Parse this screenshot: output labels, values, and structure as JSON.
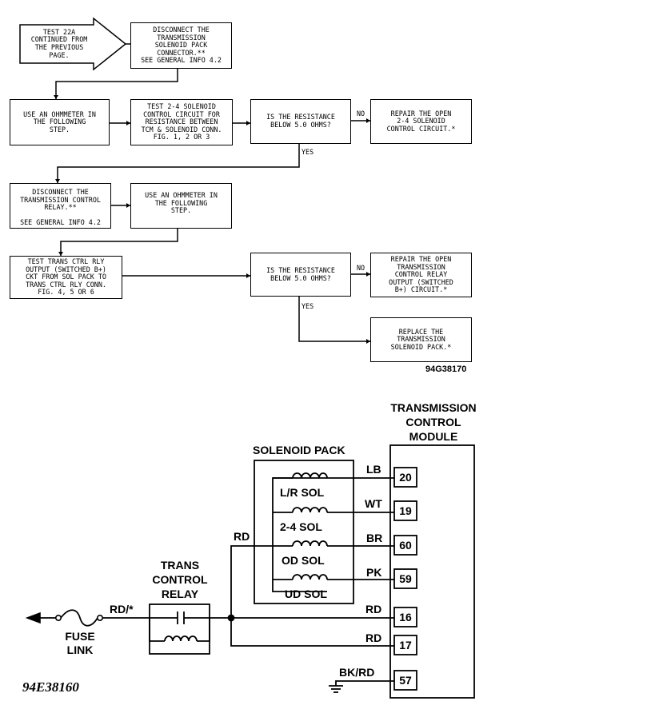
{
  "flowchart": {
    "start_arrow": "TEST 22A\nCONTINUED FROM\nTHE PREVIOUS\nPAGE.",
    "b_disconnect_pack": "DISCONNECT THE\nTRANSMISSION\nSOLENOID PACK\nCONNECTOR.**\nSEE GENERAL INFO 4.2",
    "b_ohmmeter_1": "USE AN OHMMETER IN\nTHE FOLLOWING\nSTEP.",
    "b_test_24": "TEST 2-4 SOLENOID\nCONTROL CIRCUIT FOR\nRESISTANCE BETWEEN\nTCM & SOLENOID CONN.\nFIG. 1, 2 OR 3",
    "b_question_1": "IS THE RESISTANCE\nBELOW 5.0 OHMS?",
    "b_repair_24": "REPAIR THE OPEN\n2-4 SOLENOID\nCONTROL CIRCUIT.*",
    "b_disconnect_relay": "DISCONNECT THE\nTRANSMISSION CONTROL\nRELAY.**\n\nSEE GENERAL INFO 4.2",
    "b_ohmmeter_2": "USE AN OHMMETER IN\nTHE FOLLOWING\nSTEP.",
    "b_test_relay": "TEST TRANS CTRL RLY\nOUTPUT (SWITCHED B+)\nCKT FROM SOL PACK TO\nTRANS CTRL RLY CONN.\nFIG. 4, 5 OR 6",
    "b_question_2": "IS THE RESISTANCE\nBELOW 5.0 OHMS?",
    "b_repair_relay": "REPAIR THE OPEN\nTRANSMISSION\nCONTROL RELAY\nOUTPUT (SWITCHED\nB+) CIRCUIT.*",
    "b_replace_pack": "REPLACE THE\nTRANSMISSION\nSOLENOID PACK.*",
    "yes_1": "YES",
    "no_1": "NO",
    "yes_2": "YES",
    "no_2": "NO",
    "figure_id": "94G38170"
  },
  "schematic": {
    "tcm_title_1": "TRANSMISSION",
    "tcm_title_2": "CONTROL",
    "tcm_title_3": "MODULE",
    "solenoid_pack_title": "SOLENOID PACK",
    "sol_lr": "L/R SOL",
    "sol_24": "2-4 SOL",
    "sol_od": "OD SOL",
    "sol_ud": "UD SOL",
    "wire_lb": "LB",
    "wire_wt": "WT",
    "wire_br": "BR",
    "wire_pk": "PK",
    "wire_rd_pack": "RD",
    "wire_rd_16": "RD",
    "wire_rd_17": "RD",
    "wire_bkrd": "BK/RD",
    "wire_rd_fuse": "RD/*",
    "pin_20": "20",
    "pin_19": "19",
    "pin_60": "60",
    "pin_59": "59",
    "pin_16": "16",
    "pin_17": "17",
    "pin_57": "57",
    "relay_1": "TRANS",
    "relay_2": "CONTROL",
    "relay_3": "RELAY",
    "fuse_1": "FUSE",
    "fuse_2": "LINK",
    "figure_id": "94E38160"
  }
}
